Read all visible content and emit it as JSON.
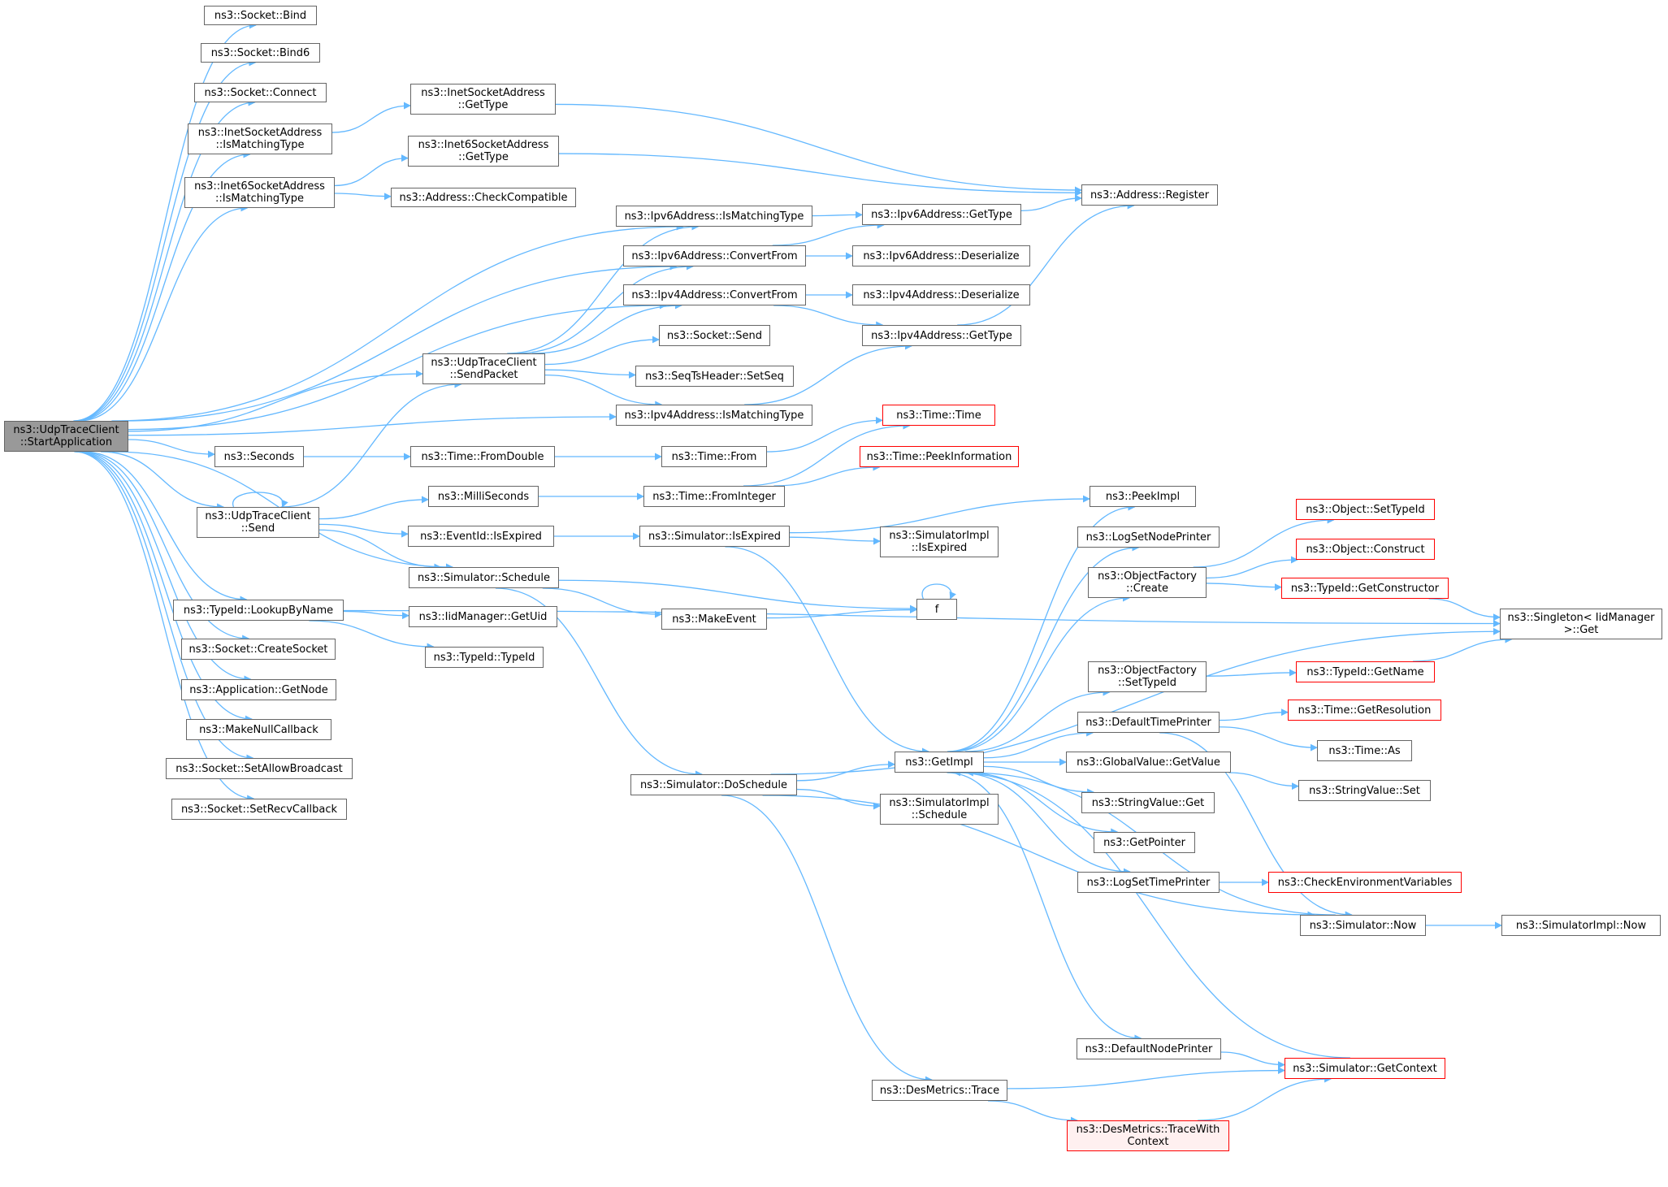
{
  "colors": {
    "edge": "#63b8ff",
    "node_border": "#666666",
    "root_fill": "#999999",
    "truncated_border": "#ff0000"
  },
  "nodes": {
    "start_application": {
      "lines": [
        "ns3::UdpTraceClient",
        "::StartApplication"
      ]
    },
    "socket_bind": {
      "lines": [
        "ns3::Socket::Bind"
      ]
    },
    "socket_bind6": {
      "lines": [
        "ns3::Socket::Bind6"
      ]
    },
    "socket_connect": {
      "lines": [
        "ns3::Socket::Connect"
      ]
    },
    "inet_is_matching": {
      "lines": [
        "ns3::InetSocketAddress",
        "::IsMatchingType"
      ]
    },
    "inet6_is_matching": {
      "lines": [
        "ns3::Inet6SocketAddress",
        "::IsMatchingType"
      ]
    },
    "inet_get_type": {
      "lines": [
        "ns3::InetSocketAddress",
        "::GetType"
      ]
    },
    "inet6_get_type": {
      "lines": [
        "ns3::Inet6SocketAddress",
        "::GetType"
      ]
    },
    "address_check_compatible": {
      "lines": [
        "ns3::Address::CheckCompatible"
      ]
    },
    "address_register": {
      "lines": [
        "ns3::Address::Register"
      ]
    },
    "ipv6_is_matching": {
      "lines": [
        "ns3::Ipv6Address::IsMatchingType"
      ]
    },
    "ipv6_convert_from": {
      "lines": [
        "ns3::Ipv6Address::ConvertFrom"
      ]
    },
    "ipv4_convert_from": {
      "lines": [
        "ns3::Ipv4Address::ConvertFrom"
      ]
    },
    "ipv6_get_type": {
      "lines": [
        "ns3::Ipv6Address::GetType"
      ]
    },
    "ipv6_deserialize": {
      "lines": [
        "ns3::Ipv6Address::Deserialize"
      ]
    },
    "ipv4_deserialize": {
      "lines": [
        "ns3::Ipv4Address::Deserialize"
      ]
    },
    "ipv4_get_type": {
      "lines": [
        "ns3::Ipv4Address::GetType"
      ]
    },
    "send_packet": {
      "lines": [
        "ns3::UdpTraceClient",
        "::SendPacket"
      ]
    },
    "socket_send": {
      "lines": [
        "ns3::Socket::Send"
      ]
    },
    "seq_set_seq": {
      "lines": [
        "ns3::SeqTsHeader::SetSeq"
      ]
    },
    "ipv4_is_matching": {
      "lines": [
        "ns3::Ipv4Address::IsMatchingType"
      ]
    },
    "time_time": {
      "lines": [
        "ns3::Time::Time"
      ]
    },
    "seconds": {
      "lines": [
        "ns3::Seconds"
      ]
    },
    "time_from_double": {
      "lines": [
        "ns3::Time::FromDouble"
      ]
    },
    "time_from": {
      "lines": [
        "ns3::Time::From"
      ]
    },
    "time_peek_information": {
      "lines": [
        "ns3::Time::PeekInformation"
      ]
    },
    "udp_send": {
      "lines": [
        "ns3::UdpTraceClient",
        "::Send"
      ]
    },
    "milliseconds": {
      "lines": [
        "ns3::MilliSeconds"
      ]
    },
    "time_from_integer": {
      "lines": [
        "ns3::Time::FromInteger"
      ]
    },
    "peek_impl": {
      "lines": [
        "ns3::PeekImpl"
      ]
    },
    "event_is_expired": {
      "lines": [
        "ns3::EventId::IsExpired"
      ]
    },
    "sim_is_expired": {
      "lines": [
        "ns3::Simulator::IsExpired"
      ]
    },
    "log_set_node_printer": {
      "lines": [
        "ns3::LogSetNodePrinter"
      ]
    },
    "simimpl_is_expired": {
      "lines": [
        "ns3::SimulatorImpl",
        "::IsExpired"
      ]
    },
    "object_set_type_id": {
      "lines": [
        "ns3::Object::SetTypeId"
      ]
    },
    "object_construct": {
      "lines": [
        "ns3::Object::Construct"
      ]
    },
    "sim_schedule": {
      "lines": [
        "ns3::Simulator::Schedule"
      ]
    },
    "objfactory_create": {
      "lines": [
        "ns3::ObjectFactory",
        "::Create"
      ]
    },
    "typeid_get_constructor": {
      "lines": [
        "ns3::TypeId::GetConstructor"
      ]
    },
    "typeid_lookup": {
      "lines": [
        "ns3::TypeId::LookupByName"
      ]
    },
    "make_event": {
      "lines": [
        "ns3::MakeEvent"
      ]
    },
    "f": {
      "lines": [
        "f"
      ]
    },
    "iid_get_uid": {
      "lines": [
        "ns3::IidManager::GetUid"
      ]
    },
    "socket_create": {
      "lines": [
        "ns3::Socket::CreateSocket"
      ]
    },
    "typeid_typeid": {
      "lines": [
        "ns3::TypeId::TypeId"
      ]
    },
    "singleton_get": {
      "lines": [
        "ns3::Singleton< IidManager",
        ">::Get"
      ]
    },
    "objfactory_set_typeid": {
      "lines": [
        "ns3::ObjectFactory",
        "::SetTypeId"
      ]
    },
    "typeid_get_name": {
      "lines": [
        "ns3::TypeId::GetName"
      ]
    },
    "app_get_node": {
      "lines": [
        "ns3::Application::GetNode"
      ]
    },
    "default_time_printer": {
      "lines": [
        "ns3::DefaultTimePrinter"
      ]
    },
    "time_get_resolution": {
      "lines": [
        "ns3::Time::GetResolution"
      ]
    },
    "make_null_callback": {
      "lines": [
        "ns3::MakeNullCallback"
      ]
    },
    "time_as": {
      "lines": [
        "ns3::Time::As"
      ]
    },
    "get_impl": {
      "lines": [
        "ns3::GetImpl"
      ]
    },
    "global_get_value": {
      "lines": [
        "ns3::GlobalValue::GetValue"
      ]
    },
    "set_allow_broadcast": {
      "lines": [
        "ns3::Socket::SetAllowBroadcast"
      ]
    },
    "sim_do_schedule": {
      "lines": [
        "ns3::Simulator::DoSchedule"
      ]
    },
    "string_value_set": {
      "lines": [
        "ns3::StringValue::Set"
      ]
    },
    "string_value_get": {
      "lines": [
        "ns3::StringValue::Get"
      ]
    },
    "set_recv_callback": {
      "lines": [
        "ns3::Socket::SetRecvCallback"
      ]
    },
    "simimpl_schedule": {
      "lines": [
        "ns3::SimulatorImpl",
        "::Schedule"
      ]
    },
    "get_pointer": {
      "lines": [
        "ns3::GetPointer"
      ]
    },
    "log_set_time_printer": {
      "lines": [
        "ns3::LogSetTimePrinter"
      ]
    },
    "check_env_vars": {
      "lines": [
        "ns3::CheckEnvironmentVariables"
      ]
    },
    "sim_now": {
      "lines": [
        "ns3::Simulator::Now"
      ]
    },
    "simimpl_now": {
      "lines": [
        "ns3::SimulatorImpl::Now"
      ]
    },
    "default_node_printer": {
      "lines": [
        "ns3::DefaultNodePrinter"
      ]
    },
    "sim_get_context": {
      "lines": [
        "ns3::Simulator::GetContext"
      ]
    },
    "desmetrics_trace": {
      "lines": [
        "ns3::DesMetrics::Trace"
      ]
    },
    "desmetrics_trace_with_context": {
      "lines": [
        "ns3::DesMetrics::TraceWith",
        "Context"
      ]
    }
  }
}
